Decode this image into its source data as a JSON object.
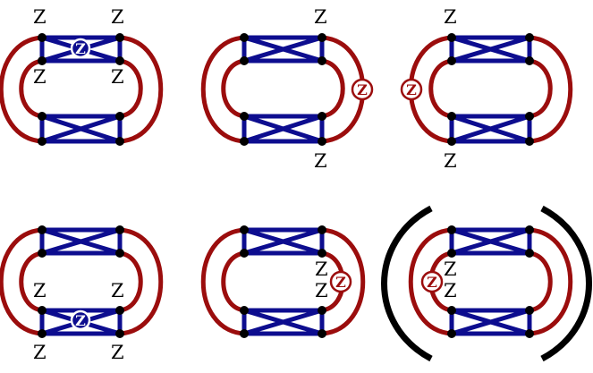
{
  "colors": {
    "loop": "#9b0d0d",
    "edge": "#0d0d8f",
    "node": "#000000",
    "bracket": "#000000",
    "badge_blue_fill": "#0d0d8f",
    "badge_red_fill": "#ffffff"
  },
  "label_text": "Z",
  "badge_text": "Z",
  "panels": [
    {
      "id": "p1",
      "labels": [
        "Z",
        "Z",
        "Z",
        "Z"
      ],
      "badge": {
        "text": "Z",
        "style": "blue"
      }
    },
    {
      "id": "p2",
      "labels": [
        "Z",
        "Z"
      ],
      "badge": {
        "text": "Z",
        "style": "red"
      }
    },
    {
      "id": "p3",
      "labels": [
        "Z",
        "Z"
      ],
      "badge": {
        "text": "Z",
        "style": "red"
      }
    },
    {
      "id": "p4",
      "labels": [
        "Z",
        "Z",
        "Z",
        "Z"
      ],
      "badge": {
        "text": "Z",
        "style": "blue"
      }
    },
    {
      "id": "p5",
      "labels": [
        "Z",
        "Z"
      ],
      "badge": {
        "text": "Z",
        "style": "red"
      }
    },
    {
      "id": "p6",
      "labels": [
        "Z",
        "Z"
      ],
      "badge": {
        "text": "Z",
        "style": "red"
      },
      "bracketed": true
    }
  ]
}
